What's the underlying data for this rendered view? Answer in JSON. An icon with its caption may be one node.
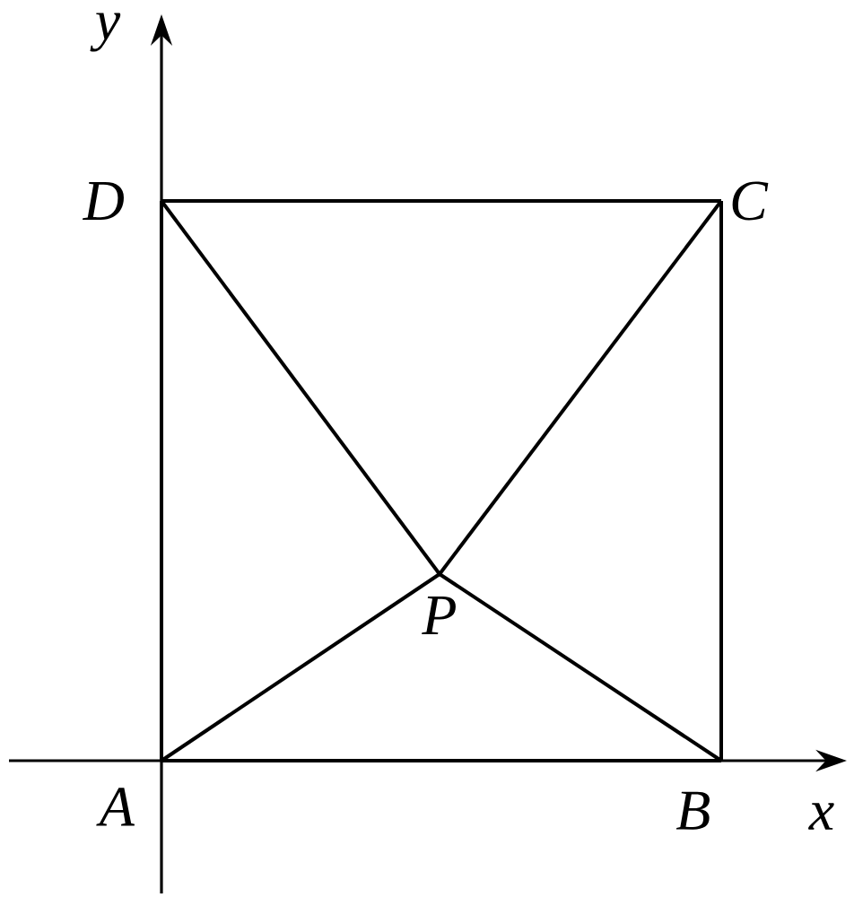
{
  "diagram": {
    "nodes": [
      {
        "text": [
          "A"
        ]
      },
      {
        "text": [
          "B"
        ]
      },
      {
        "text": [
          "C"
        ]
      },
      {
        "text": [
          "D"
        ]
      },
      {
        "text": [
          "P"
        ]
      }
    ],
    "edges": [
      {
        "from": 0,
        "to": 1,
        "arrow": "none"
      },
      {
        "from": 1,
        "to": 2,
        "arrow": "none"
      },
      {
        "from": 2,
        "to": 3,
        "arrow": "none"
      },
      {
        "from": 3,
        "to": 0,
        "arrow": "none"
      },
      {
        "from": 0,
        "to": 4,
        "arrow": "none"
      },
      {
        "from": 1,
        "to": 4,
        "arrow": "none"
      },
      {
        "from": 2,
        "to": 4,
        "arrow": "none"
      },
      {
        "from": 3,
        "to": 4,
        "arrow": "none"
      }
    ],
    "labels": [
      "y",
      "x"
    ]
  }
}
